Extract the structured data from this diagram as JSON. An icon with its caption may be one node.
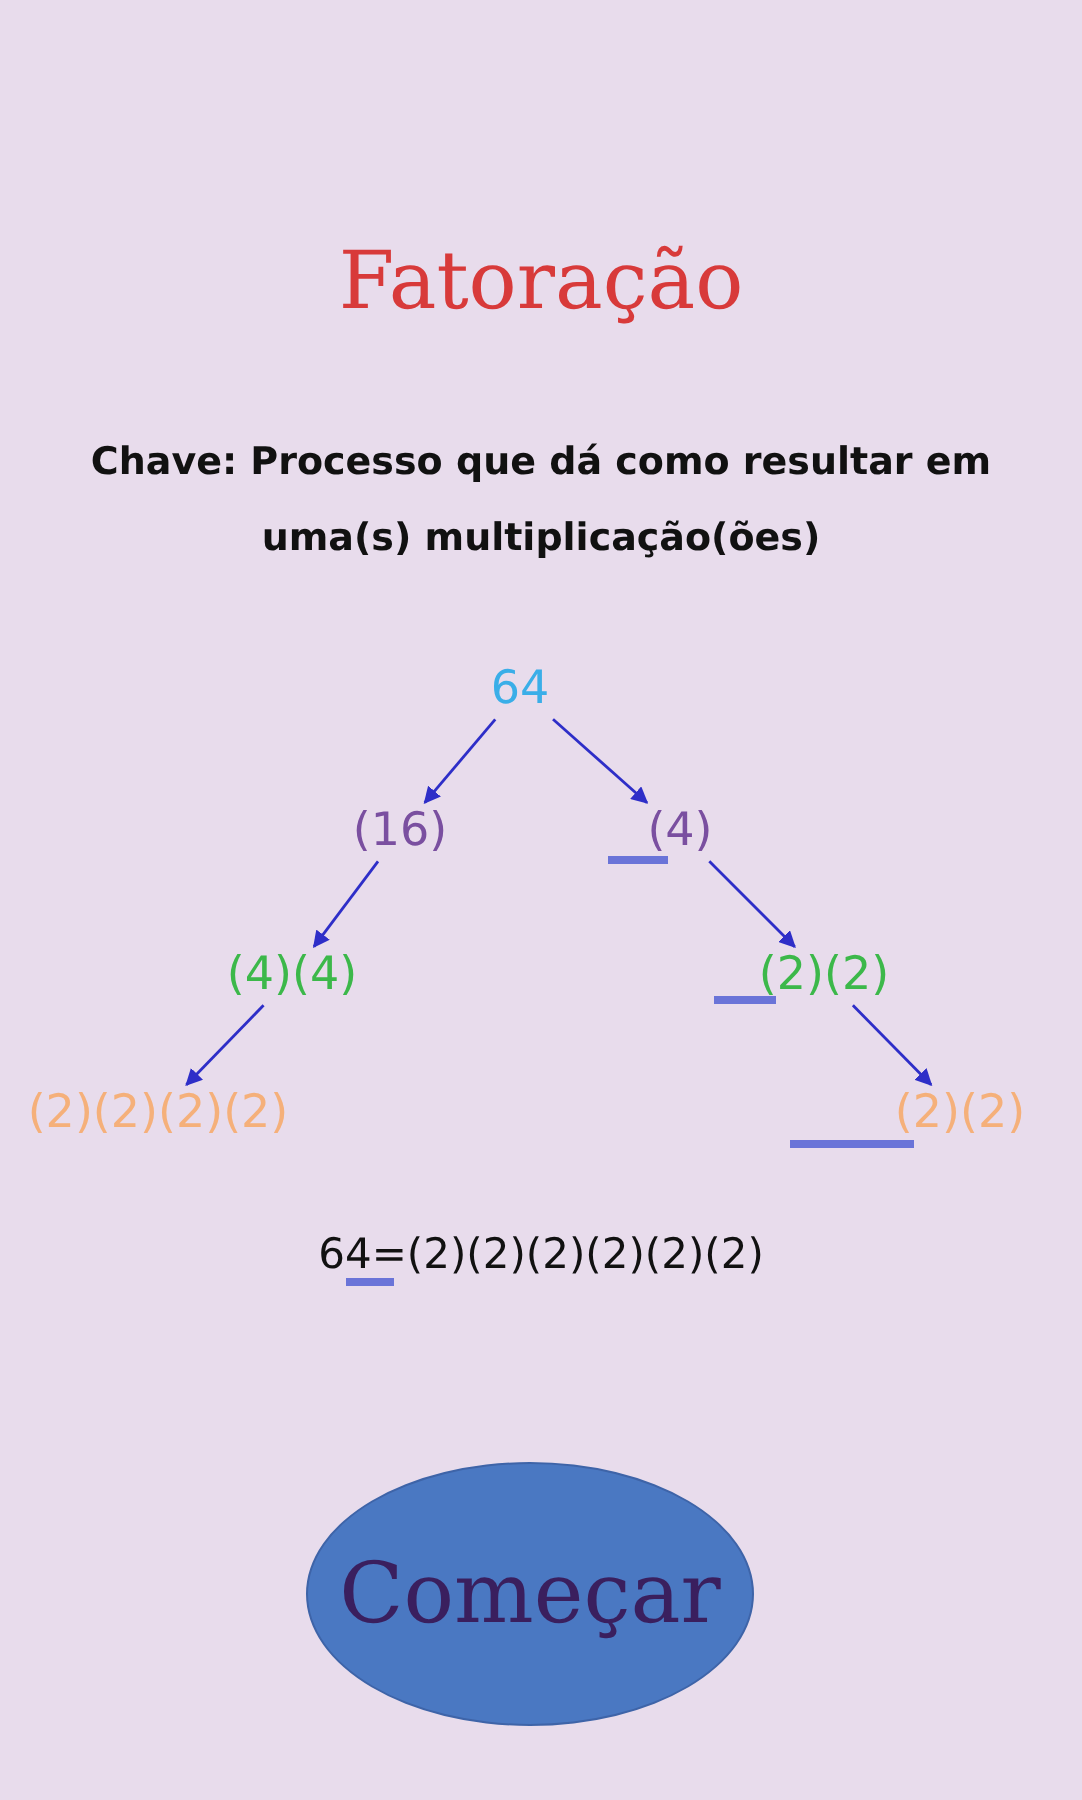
{
  "diagram": {
    "title": "Fatoração",
    "nodes": [
      {
        "text": [
          "64"
        ]
      },
      {
        "text": [
          "(16)"
        ]
      },
      {
        "text": [
          "(4)"
        ]
      },
      {
        "text": [
          "(4)(4)"
        ]
      },
      {
        "text": [
          "(2)(2)"
        ]
      },
      {
        "text": [
          "(2)(2)(2)(2)"
        ]
      },
      {
        "text": [
          "(2)(2)"
        ]
      },
      {
        "text": [
          "Começar"
        ]
      }
    ],
    "edges": [
      {
        "from": 0,
        "to": 1,
        "arrow": "to"
      },
      {
        "from": 0,
        "to": 2,
        "arrow": "to"
      },
      {
        "from": 1,
        "to": 3,
        "arrow": "to"
      },
      {
        "from": 2,
        "to": 4,
        "arrow": "to"
      },
      {
        "from": 3,
        "to": 5,
        "arrow": "to"
      },
      {
        "from": 4,
        "to": 6,
        "arrow": "to"
      }
    ],
    "labels": [
      "Chave: Processo que dá como resultar em uma(s) multiplicação(ões)",
      "64=(2)(2)(2)(2)(2)(2)"
    ]
  }
}
